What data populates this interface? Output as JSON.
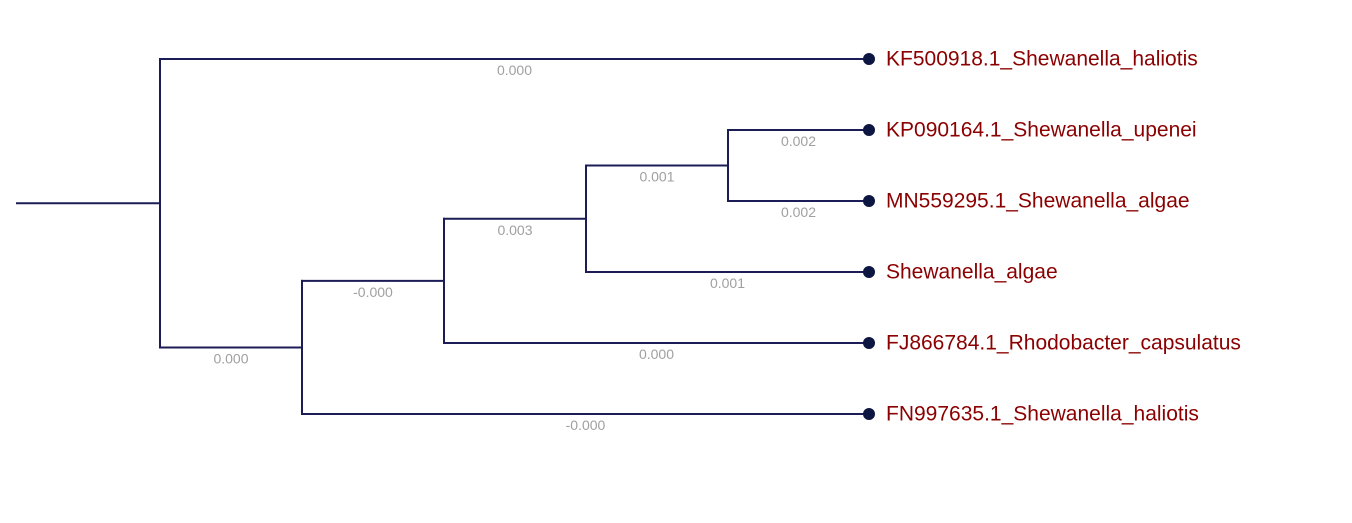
{
  "colors": {
    "branch": "#1c1c57",
    "leaf_node": "#0c1640",
    "leaf_label": "#8b0000",
    "branch_length_label": "#a0a0a0"
  },
  "tree": {
    "root": {
      "branch_length": null,
      "children": [
        {
          "leaf": "KF500918.1_Shewanella_haliotis",
          "branch_length": "0.000"
        },
        {
          "branch_length": "0.000",
          "children": [
            {
              "branch_length": "-0.000",
              "children": [
                {
                  "branch_length": "0.003",
                  "children": [
                    {
                      "branch_length": "0.001",
                      "children": [
                        {
                          "leaf": "KP090164.1_Shewanella_upenei",
                          "branch_length": "0.002"
                        },
                        {
                          "leaf": "MN559295.1_Shewanella_algae",
                          "branch_length": "0.002"
                        }
                      ]
                    },
                    {
                      "leaf": "Shewanella_algae",
                      "branch_length": "0.001"
                    }
                  ]
                },
                {
                  "leaf": "FJ866784.1_Rhodobacter_capsulatus",
                  "branch_length": "0.000"
                }
              ]
            },
            {
              "leaf": "FN997635.1_Shewanella_haliotis",
              "branch_length": "-0.000"
            }
          ]
        }
      ]
    }
  }
}
